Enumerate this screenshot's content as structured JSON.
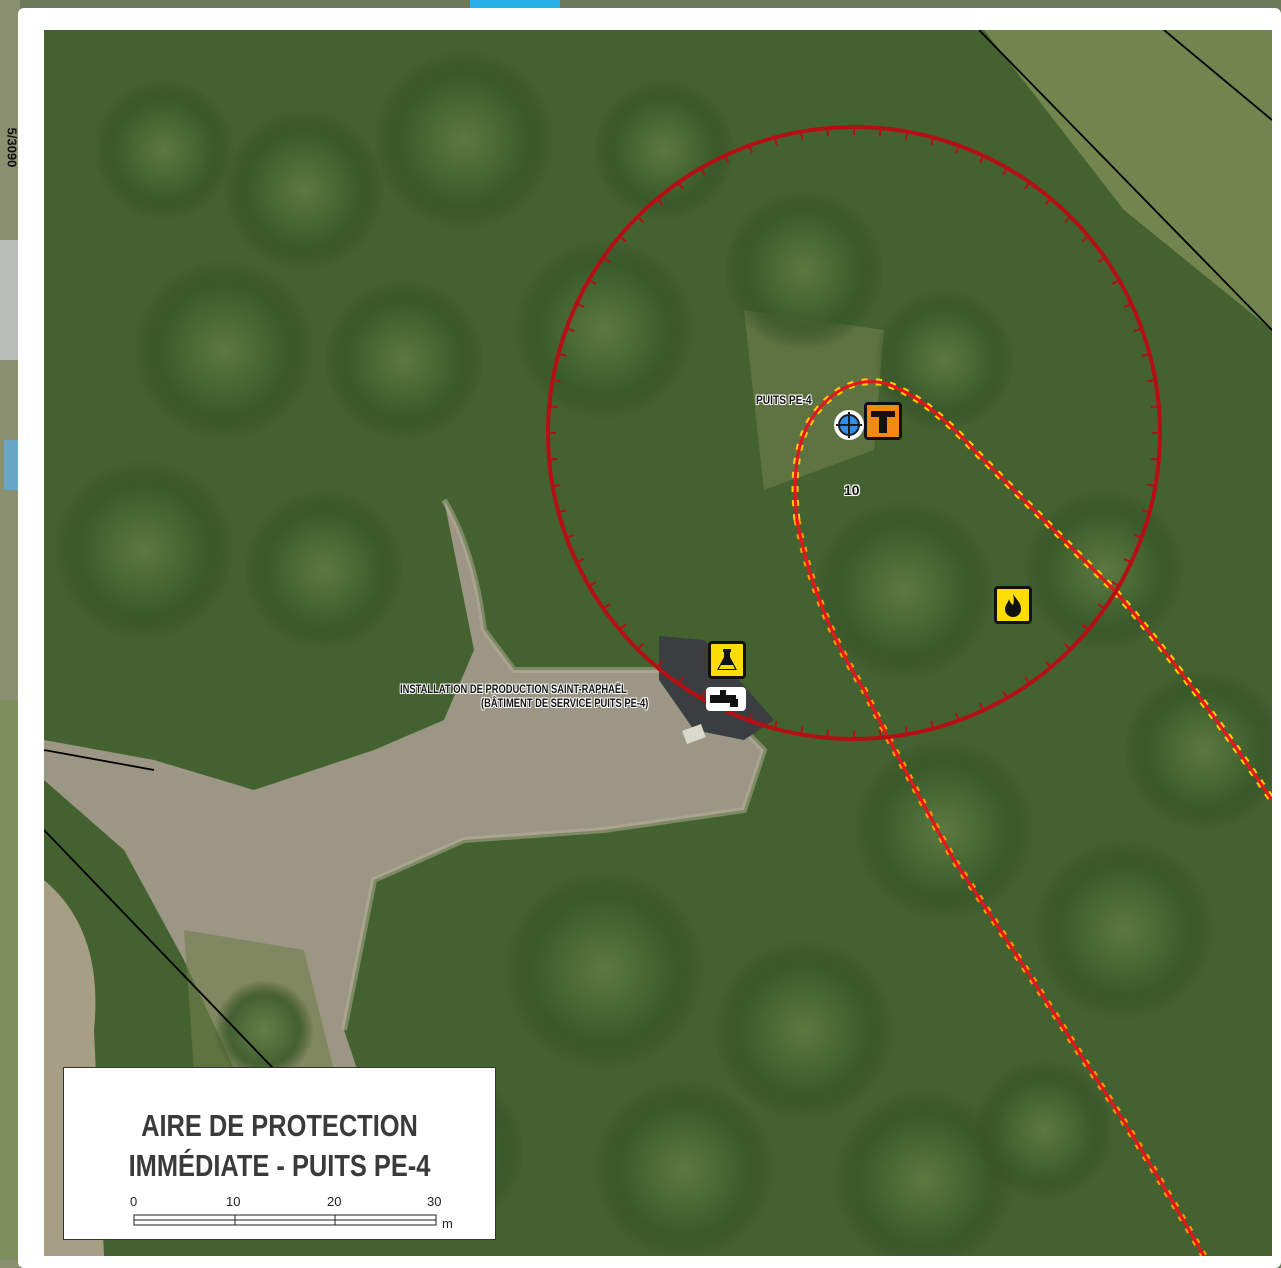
{
  "map": {
    "well_label": "PUITS PE-4",
    "circle_label": "10",
    "facility_label_line1": "INSTALLATION DE PRODUCTION SAINT-RAPHAËL",
    "facility_label_line2": "(BÂTIMENT DE SERVICE PUITS PE-4)",
    "edge_text": "5/3090"
  },
  "legend": {
    "title_line1": "AIRE DE PROTECTION",
    "title_line2": "IMMÉDIATE - PUITS PE-4",
    "scale_ticks": [
      "0",
      "10",
      "20",
      "30"
    ],
    "scale_unit": "m"
  },
  "icons": {
    "well": "crosshair-icon",
    "tank": "tank-icon",
    "lab": "flask-icon",
    "fire": "flame-icon",
    "tap": "faucet-icon"
  },
  "colors": {
    "protection_circle": "#b40f14",
    "pipeline": "#e8141c",
    "pipeline_dash": "#ffcc00",
    "vegetation": "#3f5e2e",
    "gravel": "#a09a88",
    "icon_orange": "#f08a12",
    "icon_yellow": "#ffdd00"
  }
}
